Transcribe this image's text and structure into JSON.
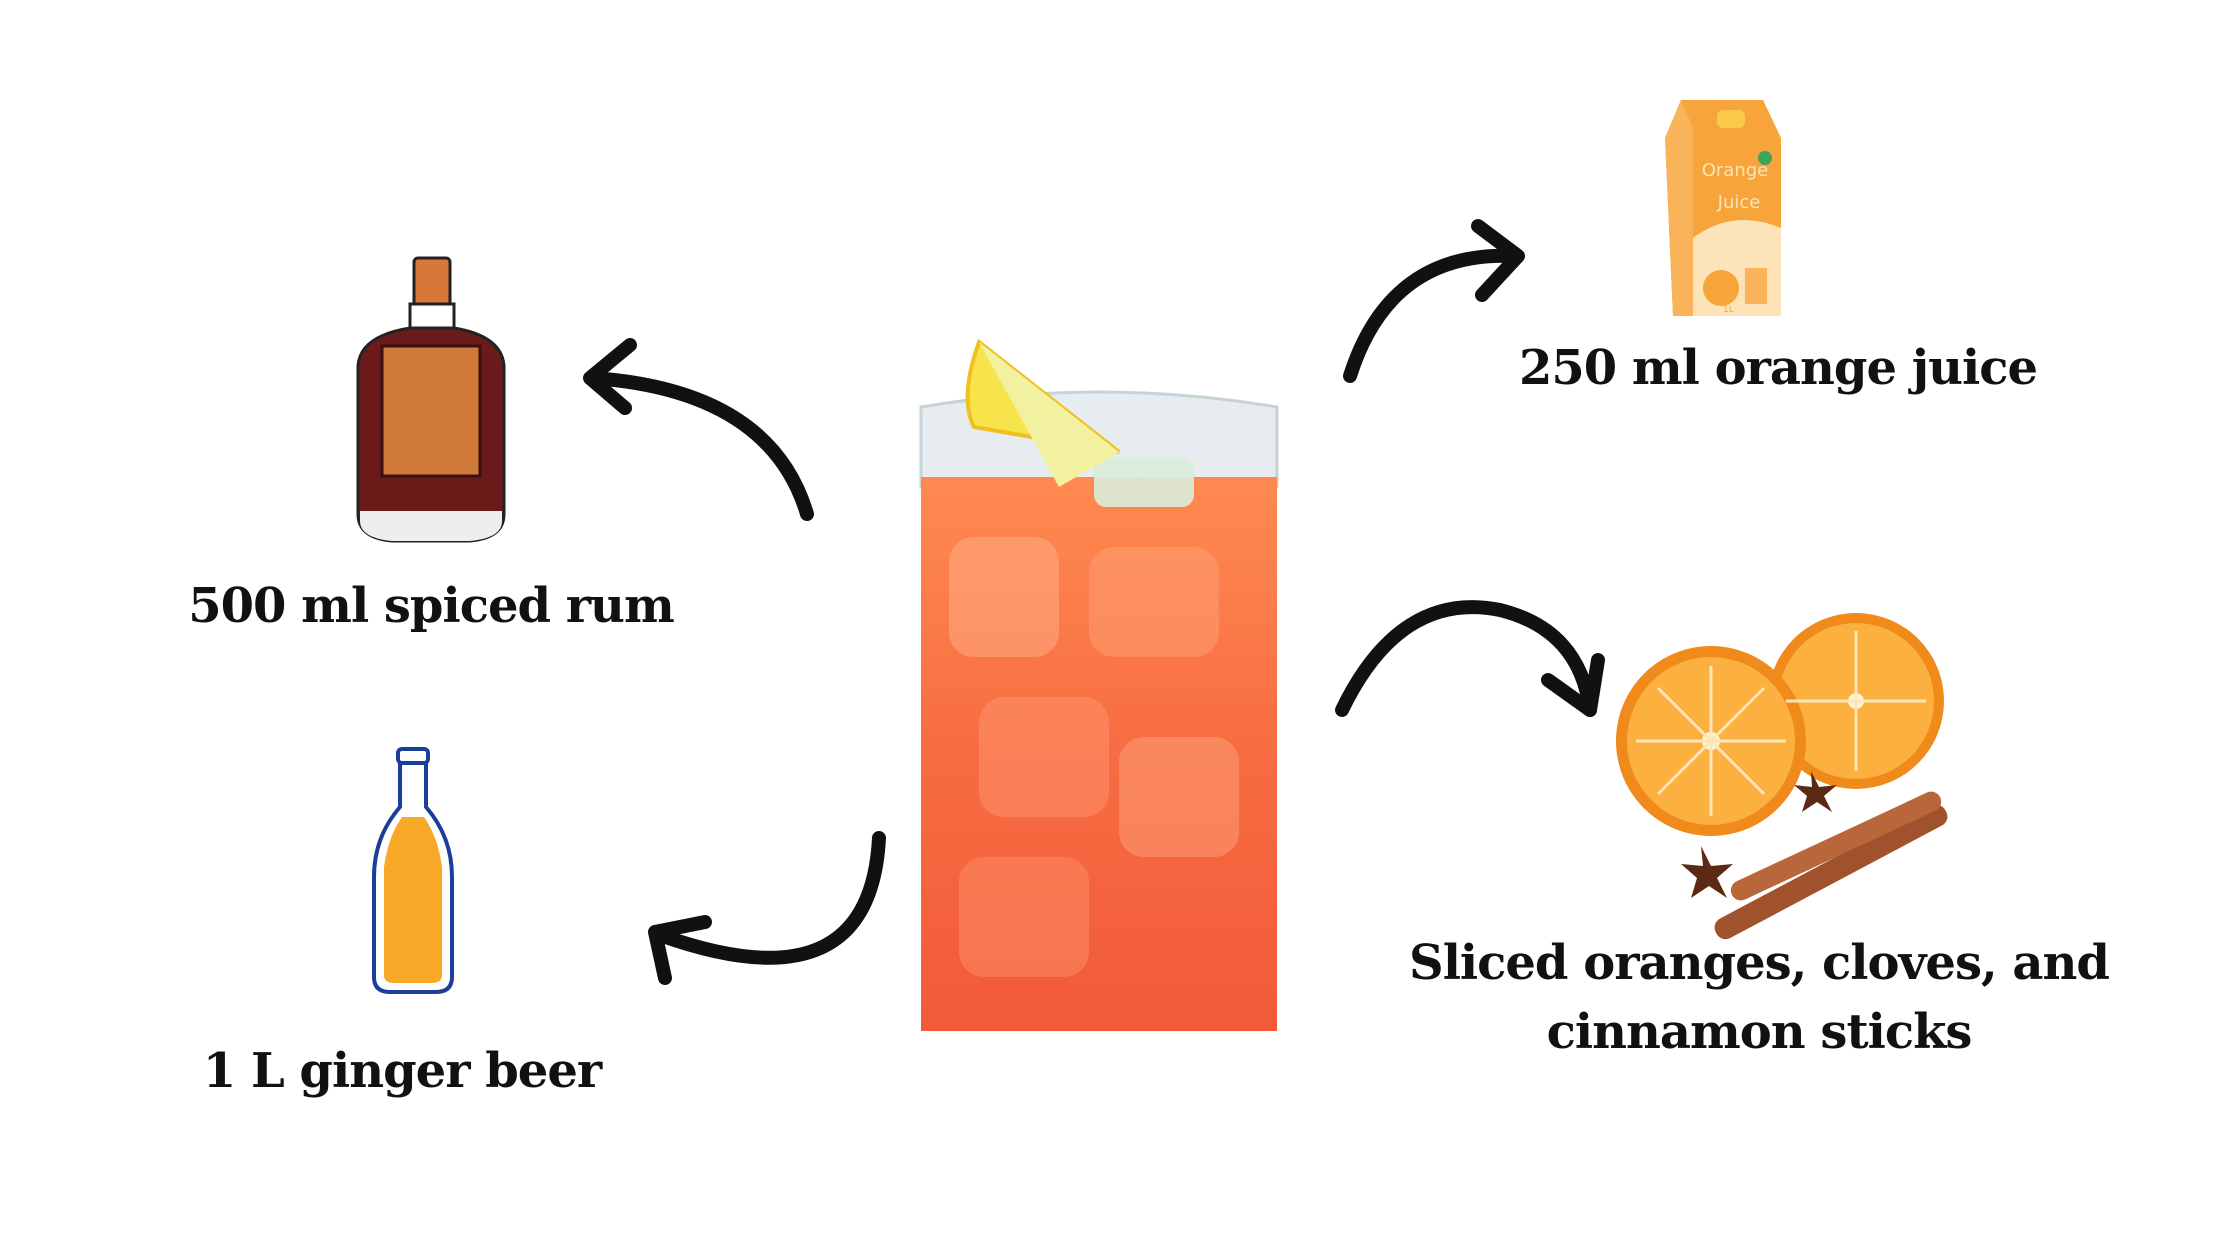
{
  "ingredients": {
    "rum": {
      "label": "500 ml spiced rum",
      "icon": "rum-bottle-icon"
    },
    "ginger_beer": {
      "label": "1 L ginger beer",
      "icon": "ginger-beer-bottle-icon"
    },
    "orange_juice": {
      "label": "250 ml orange juice",
      "icon": "orange-juice-carton-icon",
      "carton_text": [
        "Orange",
        "Juice"
      ],
      "carton_volume": "1L"
    },
    "garnish": {
      "label_line1": "Sliced oranges, cloves, and",
      "label_line2": "cinnamon sticks",
      "icon": "oranges-spices-icon"
    }
  },
  "center": {
    "icon": "cocktail-glass-icon"
  },
  "colors": {
    "drink": "#f56a3c",
    "rum": "#6b1a1a",
    "rum_label": "#d07a3a",
    "ginger_beer": "#f8a928",
    "bottle_outline": "#1b3d9c",
    "orange": "#f5a02a",
    "text": "#111111"
  }
}
